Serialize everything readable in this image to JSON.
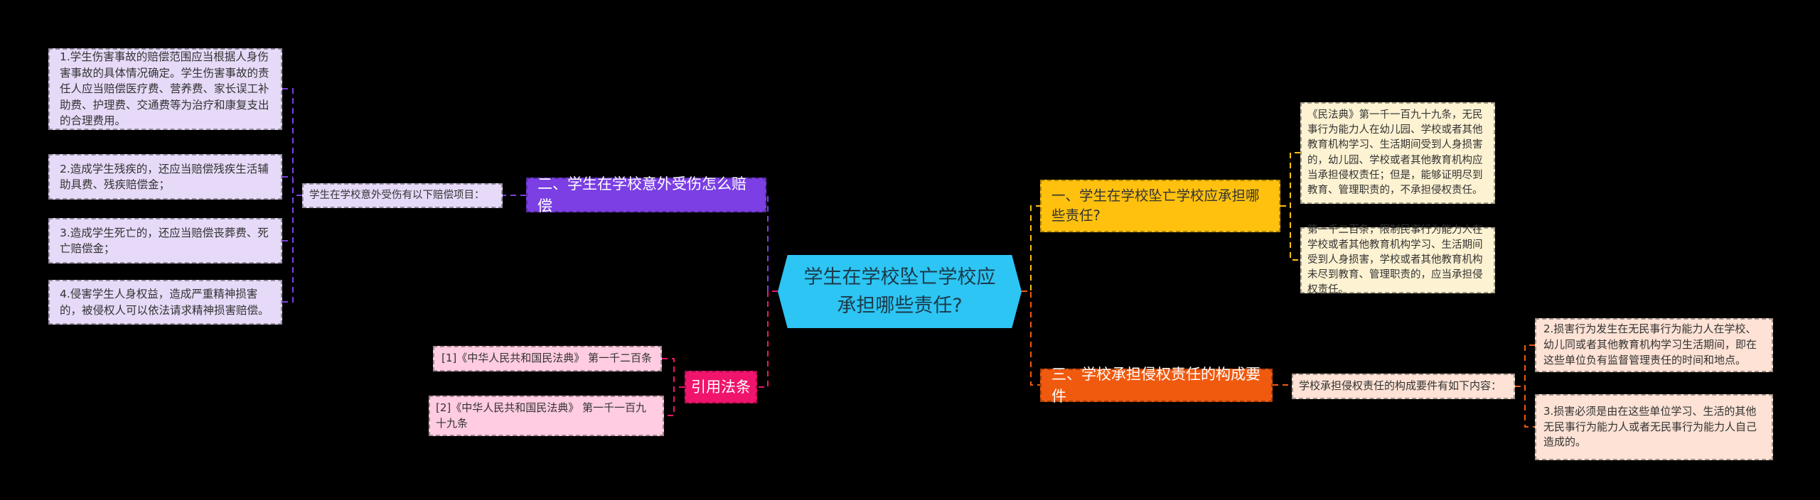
{
  "center": {
    "title": "学生在学校坠亡学校应承担哪些责任?"
  },
  "branches": {
    "compensation": {
      "label": "二、学生在学校意外受伤怎么赔偿",
      "intro": "学生在学校意外受伤有以下赔偿项目：",
      "items": [
        "1.学生伤害事故的赔偿范围应当根据人身伤害事故的具体情况确定。学生伤害事故的责任人应当赔偿医疗费、营养费、家长误工补助费、护理费、交通费等为治疗和康复支出的合理费用。",
        "2.造成学生残疾的，还应当赔偿残疾生活辅助具费、残疾赔偿金；",
        "3.造成学生死亡的，还应当赔偿丧葬费、死亡赔偿金；",
        "4.侵害学生人身权益，造成严重精神损害的，被侵权人可以依法请求精神损害赔偿。"
      ]
    },
    "citations": {
      "label": "引用法条",
      "items": [
        "[1]《中华人民共和国民法典》 第一千二百条",
        "[2]《中华人民共和国民法典》 第一千一百九十九条"
      ]
    },
    "liability": {
      "label": "一、学生在学校坠亡学校应承担哪些责任?",
      "items": [
        "《民法典》第一千一百九十九条，无民事行为能力人在幼儿园、学校或者其他教育机构学习、生活期间受到人身损害的，幼儿园、学校或者其他教育机构应当承担侵权责任；但是，能够证明尽到教育、管理职责的，不承担侵权责任。",
        "第一千二百条，限制民事行为能力人在学校或者其他教育机构学习、生活期间受到人身损害，学校或者其他教育机构未尽到教育、管理职责的，应当承担侵权责任。"
      ]
    },
    "elements": {
      "label": "三、学校承担侵权责任的构成要件",
      "intro": "学校承担侵权责任的构成要件有如下内容：",
      "items": [
        "2.损害行为发生在无民事行为能力人在学校、幼儿同或者其他教育机构学习生活期间，即在这些单位负有监督管理责任的时间和地点。",
        "3.损害必须是由在这些单位学习、生活的其他无民事行为能力人或者无民事行为能力人自己造成的。"
      ]
    }
  },
  "colors": {
    "center": "#2DC5F3",
    "purple": "#7B3FE4",
    "pink": "#F0146C",
    "yellow": "#FFC10E",
    "orange": "#F05A0F"
  }
}
